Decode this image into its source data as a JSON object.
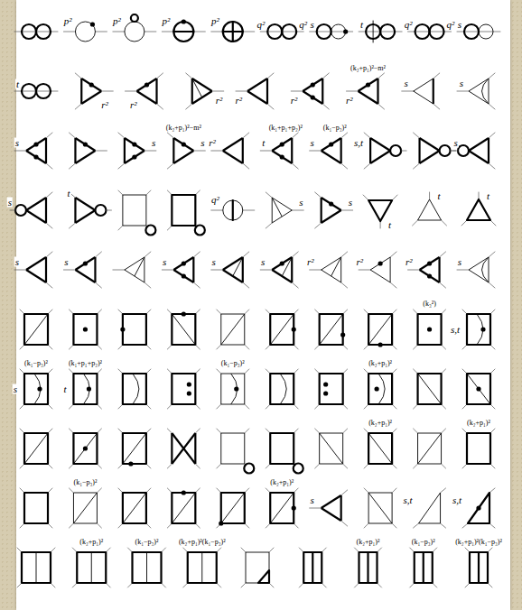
{
  "diagram": {
    "labels": [
      "p²",
      "p²",
      "p²",
      "p²",
      "q²",
      "q²",
      "s",
      "t",
      "q²",
      "q²",
      "s",
      "t",
      "r²",
      "r²",
      "r²",
      "r²",
      "r²",
      "(k₂+p₁)²−m²",
      "r²",
      "s",
      "s",
      "s",
      "s",
      "(k₂+p₁)²−m²",
      "s",
      "r²",
      "(k₁+p₁+p₂)²",
      "t",
      "(k₁−p₃)²",
      "s",
      "s,t",
      "s",
      "s",
      "t",
      "q²",
      "s",
      "s",
      "t",
      "t",
      "t",
      "s",
      "s",
      "s",
      "s",
      "s",
      "r²",
      "r²",
      "r²",
      "s",
      "(k₃²)",
      "s,t",
      "(k₁−p₃)²",
      "s",
      "(k₁+p₁+p₂)²",
      "t",
      "(k₁−p₃)²",
      "(k₂+p₁)²",
      "(k₂+p₁)²",
      "(k₂+p₁)²",
      "(k₁−p₃)²",
      "(k₂+p₁)²",
      "s",
      "s,t",
      "s,t",
      "(k₂+p₁)²",
      "(k₁−p₃)²",
      "(k₂+p₁)²(k₁−p₃)²",
      "(k₂+p₁)²",
      "(k₁−p₃)²",
      "(k₂+p₁)²(k₁−p₃)²"
    ]
  }
}
